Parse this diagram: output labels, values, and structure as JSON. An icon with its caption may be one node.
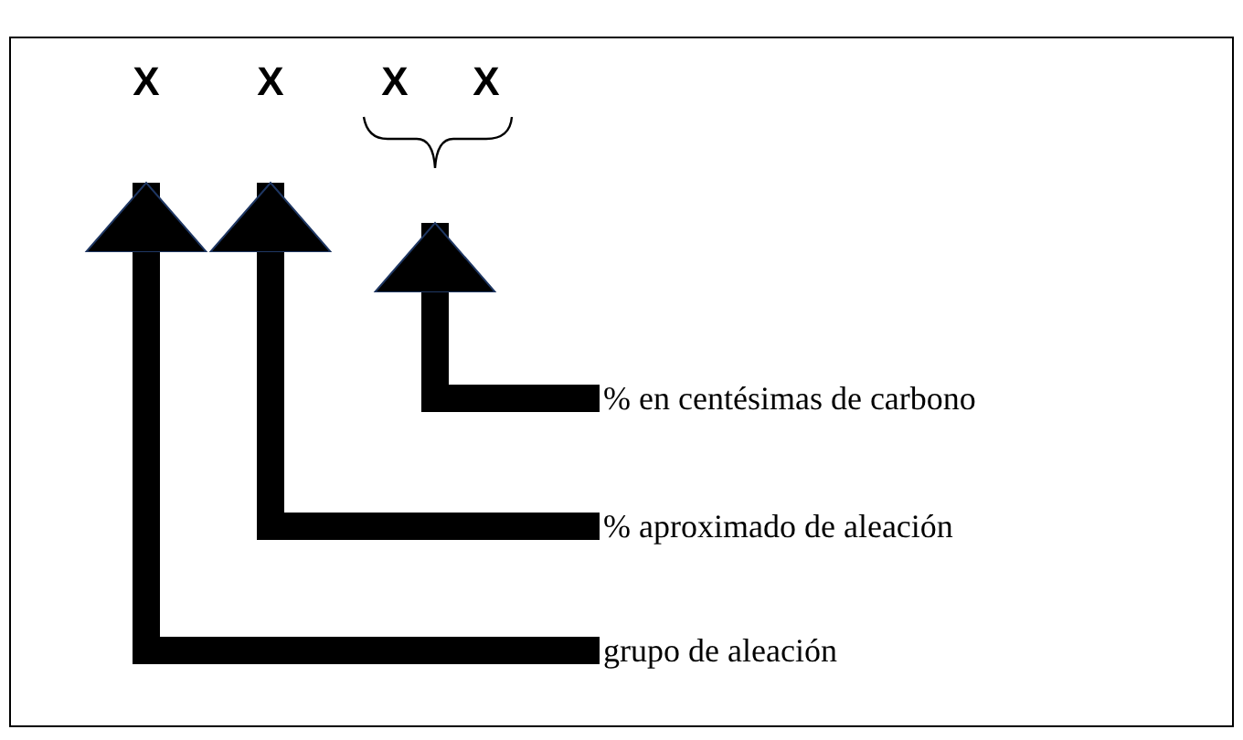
{
  "diagram": {
    "nodes": [
      {
        "text": [
          "X"
        ]
      },
      {
        "text": [
          "X"
        ]
      },
      {
        "text": [
          "X",
          "X"
        ]
      },
      {
        "text": [
          "% en centésimas de carbono"
        ]
      },
      {
        "text": [
          "% aproximado de aleación"
        ]
      },
      {
        "text": [
          "grupo de aleación"
        ]
      }
    ],
    "edges": [
      {
        "from": 3,
        "to": 2,
        "arrow": "to"
      },
      {
        "from": 4,
        "to": 1,
        "arrow": "to"
      },
      {
        "from": 5,
        "to": 0,
        "arrow": "to"
      }
    ]
  }
}
